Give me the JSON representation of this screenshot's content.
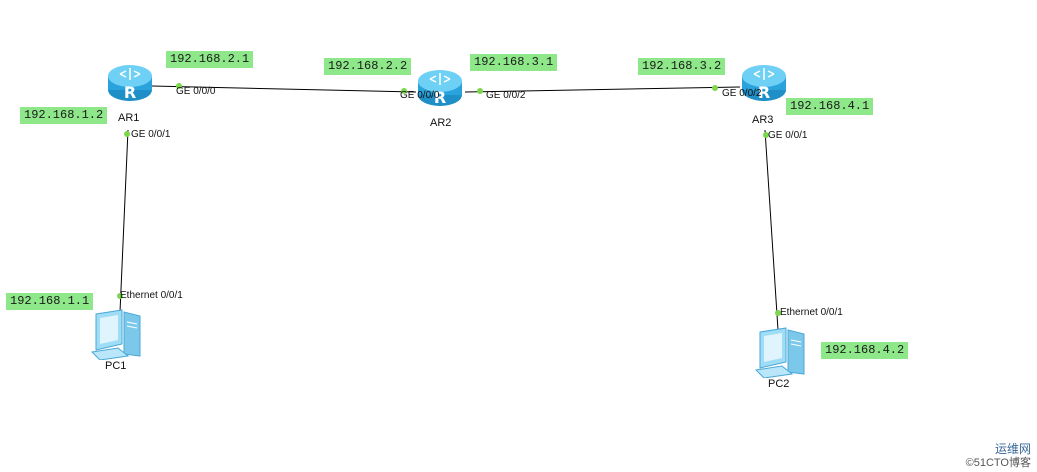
{
  "devices": {
    "ar1": {
      "label": "AR1",
      "icon": "router-icon"
    },
    "ar2": {
      "label": "AR2",
      "icon": "router-icon"
    },
    "ar3": {
      "label": "AR3",
      "icon": "router-icon"
    },
    "pc1": {
      "label": "PC1",
      "icon": "pc-icon"
    },
    "pc2": {
      "label": "PC2",
      "icon": "pc-icon"
    }
  },
  "ports": {
    "ar1_ge000": "GE 0/0/0",
    "ar1_ge001": "GE 0/0/1",
    "ar2_ge000": "GE 0/0/0",
    "ar2_ge002": "GE 0/0/2",
    "ar3_ge002": "GE 0/0/2",
    "ar3_ge001": "GE 0/0/1",
    "pc1_eth": "Ethernet 0/0/1",
    "pc2_eth": "Ethernet 0/0/1"
  },
  "ips": {
    "ar1_ge000": "192.168.2.1",
    "ar1_ge001": "192.168.1.2",
    "ar2_ge000": "192.168.2.2",
    "ar2_ge002": "192.168.3.1",
    "ar3_ge002": "192.168.3.2",
    "ar3_ge001": "192.168.4.1",
    "pc1": "192.168.1.1",
    "pc2": "192.168.4.2"
  },
  "watermark": {
    "main": "运维网",
    "sub": "©51CTO博客"
  },
  "colors": {
    "ip_label_bg": "#8ee88a",
    "port_dot": "#7ad84a",
    "link": "#000000",
    "router_body": "#3fb6e8"
  }
}
